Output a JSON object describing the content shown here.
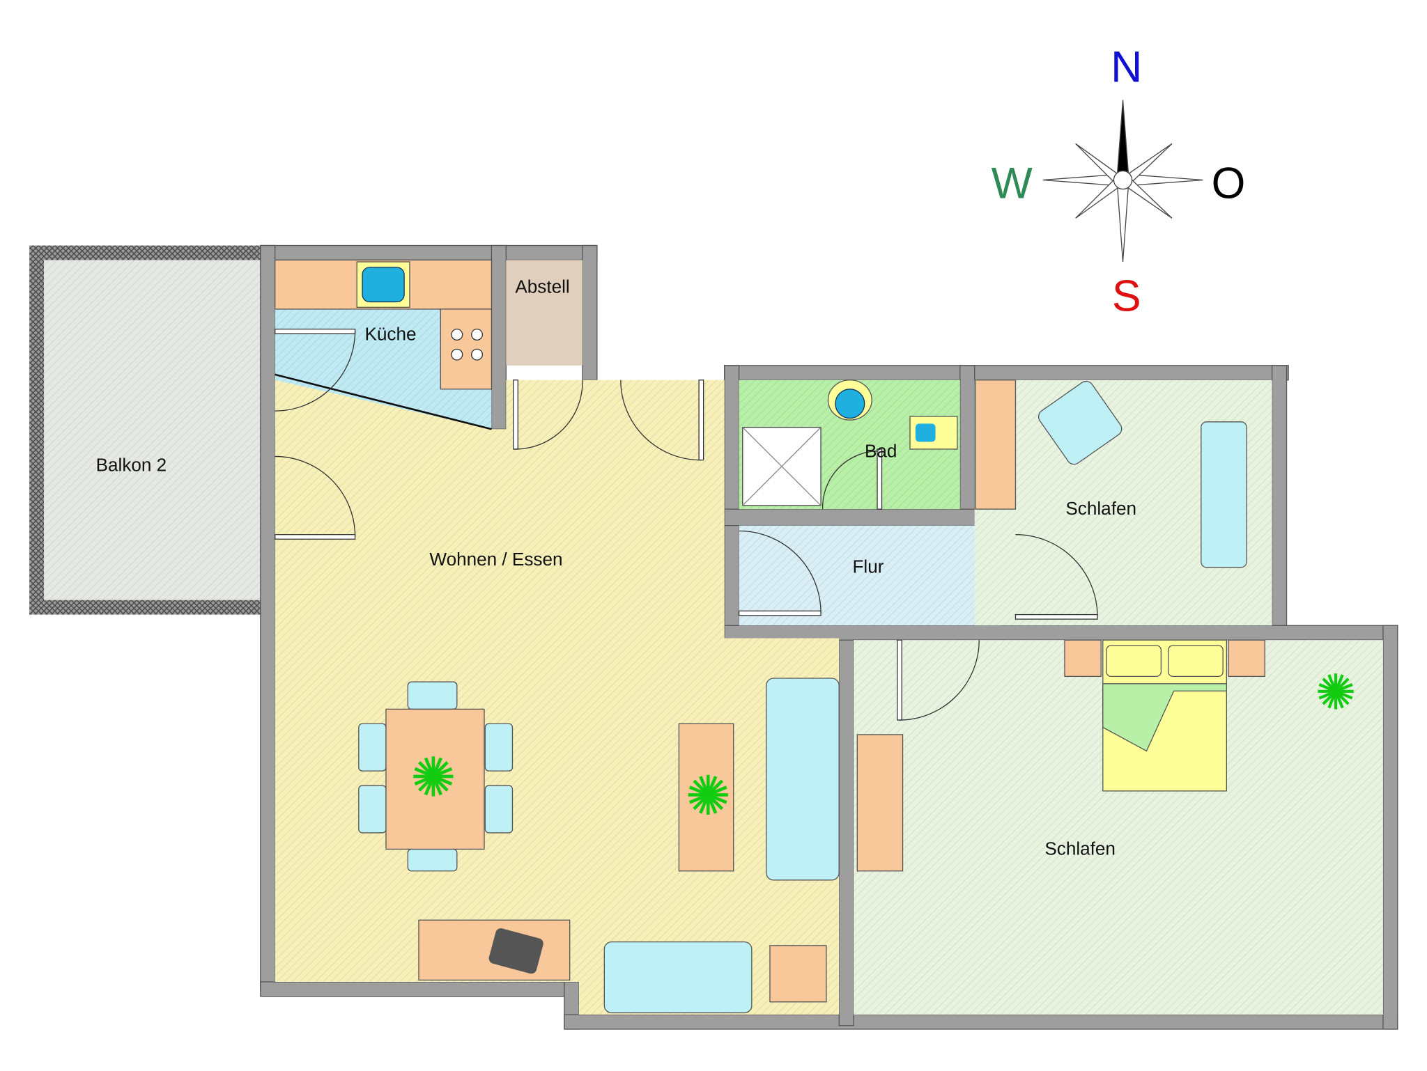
{
  "rooms": {
    "balkon": "Balkon 2",
    "kueche": "Küche",
    "abstell": "Abstell",
    "wohnen": "Wohnen / Essen",
    "bad": "Bad",
    "flur": "Flur",
    "schlafen1": "Schlafen",
    "schlafen2": "Schlafen"
  },
  "compass": {
    "north": "N",
    "south": "S",
    "west": "W",
    "east": "O",
    "colors": {
      "north": "#1010d0",
      "south": "#e01010",
      "west": "#2e8b57",
      "east": "#000000"
    }
  },
  "colors": {
    "living": "#f7f0b8",
    "kitchen": "#bfeaf3",
    "bath": "#b8f0a8",
    "hall": "#d9eef5",
    "bedroom": "#e8f4e0",
    "balcony": "#e6e8e4",
    "storage": "#e0cfbc",
    "furniture": "#f8c89a",
    "upholstery": "#bff0f5"
  }
}
